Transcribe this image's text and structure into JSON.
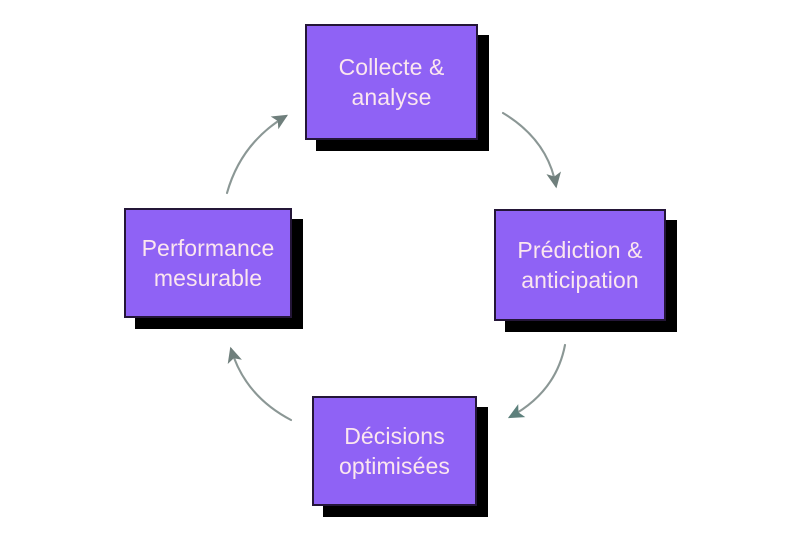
{
  "diagram": {
    "type": "cycle",
    "title": "",
    "background_color": "#ffffff",
    "node_fill_color": "#8f62f5",
    "node_border_color": "#241638",
    "node_text_color": "#fbe6ef",
    "node_shadow_color": "#000000",
    "arrow_color": "#6b7d7a",
    "nodes": [
      {
        "id": "collecte",
        "label": "Collecte &\nanalyse",
        "position": "top"
      },
      {
        "id": "prediction",
        "label": "Prédiction &\nanticipation",
        "position": "right"
      },
      {
        "id": "decisions",
        "label": "Décisions\noptimisées",
        "position": "bottom"
      },
      {
        "id": "performance",
        "label": "Performance\nmesurable",
        "position": "left"
      }
    ],
    "arrows": [
      {
        "id": "collecte-to-prediction",
        "from": "collecte",
        "to": "prediction",
        "direction": "clockwise"
      },
      {
        "id": "prediction-to-decisions",
        "from": "prediction",
        "to": "decisions",
        "direction": "clockwise"
      },
      {
        "id": "decisions-to-performance",
        "from": "decisions",
        "to": "performance",
        "direction": "clockwise"
      },
      {
        "id": "performance-to-collecte",
        "from": "performance",
        "to": "collecte",
        "direction": "clockwise"
      }
    ]
  }
}
